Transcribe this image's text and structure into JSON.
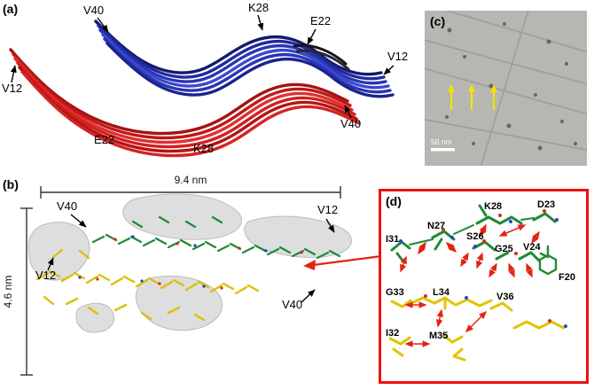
{
  "panel_a": {
    "tag": "(a)",
    "labels": {
      "v40_top": "V40",
      "k28_top": "K28",
      "e22_top": "E22",
      "v12_right": "V12",
      "v40_right": "V40",
      "v12_left": "V12",
      "e22_bottom": "E22",
      "k28_bottom": "K28"
    }
  },
  "panel_b": {
    "tag": "(b)",
    "width_measure": "9.4 nm",
    "height_measure": "4.6 nm",
    "labels": {
      "v40_top": "V40",
      "v12_right": "V12",
      "v12_left": "V12",
      "v40_bottom": "V40"
    }
  },
  "panel_c": {
    "tag": "(c)",
    "scale_bar_label": "50 nm"
  },
  "panel_d": {
    "tag": "(d)",
    "labels": {
      "i31": "I31",
      "n27": "N27",
      "k28": "K28",
      "d23": "D23",
      "s26": "S26",
      "g25": "G25",
      "v24": "V24",
      "f20": "F20",
      "g33": "G33",
      "l34": "L34",
      "v36": "V36",
      "i32": "I32",
      "m35": "M35"
    }
  },
  "colors": {
    "blue_ribbon": "#2a35b4",
    "red_ribbon": "#d01616",
    "green_sticks": "#1f8a34",
    "yellow_sticks": "#e0c400",
    "contact_arrow": "#e42313",
    "panel_d_border": "#ee1111",
    "em_background": "#b7b6b2"
  }
}
